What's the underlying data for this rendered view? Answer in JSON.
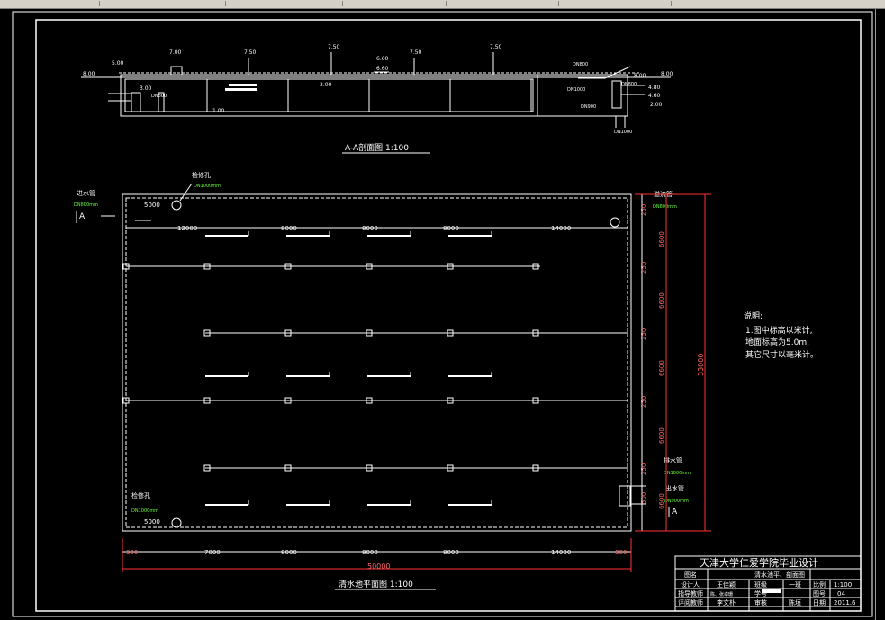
{
  "section_title": "A-A剖面图  1:100",
  "plan_title": "清水池平面图  1:100",
  "section": {
    "elevations": [
      "7.00",
      "7.50",
      "7.50",
      "7.50",
      "7.50",
      "6.60",
      "6.60",
      "5.00",
      "8.00",
      "8.00",
      "8.00",
      "3.00",
      "3.00",
      "1.00",
      "4.80",
      "4.60",
      "2.00"
    ],
    "pipe_labels": [
      "DN800",
      "DN800",
      "DN1000",
      "DN900",
      "DN1000",
      "DN800"
    ]
  },
  "plan": {
    "manhole_top_label": "检修孔",
    "manhole_top_size": "DN1000mm",
    "manhole_bottom_label": "检修孔",
    "manhole_bottom_size": "DN1000mm",
    "inlet_label": "进水管",
    "inlet_size": "DN800mm",
    "overflow_label": "溢流管",
    "overflow_size": "DN800mm",
    "drain_label": "排水管",
    "drain_size": "DN1000mm",
    "outlet_label": "出水管",
    "outlet_size": "DN900mm",
    "section_marker": "A",
    "dim_5000_top": "5000",
    "dim_5000_bottom": "5000",
    "top_dims": [
      "12000",
      "8000",
      "8000",
      "8000",
      "14000"
    ],
    "bottom_dims": [
      "300",
      "7000",
      "8000",
      "8000",
      "8000",
      "14000",
      "300"
    ],
    "total_width": "50000",
    "right_dims": [
      "6600",
      "6600",
      "6600",
      "6600",
      "6600"
    ],
    "right_small": [
      "250",
      "250",
      "250",
      "250",
      "250",
      "500"
    ],
    "total_height": "33000"
  },
  "notes": {
    "heading": "说明:",
    "line1": "1.图中标高以米计,",
    "line2": "地面标高为5.0m,",
    "line3": "其它尺寸以毫米计。"
  },
  "title_block": {
    "school": "天津大学仁爱学院毕业设计",
    "r1_label": "图名",
    "r1_value": "清水池平、剖面图",
    "r2_c1": "设计人",
    "r2_c2": "王佳颖",
    "r2_c3": "班级",
    "r2_c4": "一班",
    "r2_c5": "比例",
    "r2_c6": "1:100",
    "r3_c1": "指导教师",
    "r3_c2": "陈、张卓珊",
    "r3_c3": "学号",
    "r3_c5": "图号",
    "r3_c6": "04",
    "r4_c1": "评阅教师",
    "r4_c2": "李文朴",
    "r4_c3": "审核",
    "r4_c4": "陈垣",
    "r4_c5": "日期",
    "r4_c6": "2011.6"
  },
  "colors": {
    "line": "#ffffff",
    "dim": "#ff3333",
    "dim_text": "#ff6666",
    "label": "#ffff00",
    "pipe_size": "#66ff33",
    "border": "#ffffff"
  }
}
